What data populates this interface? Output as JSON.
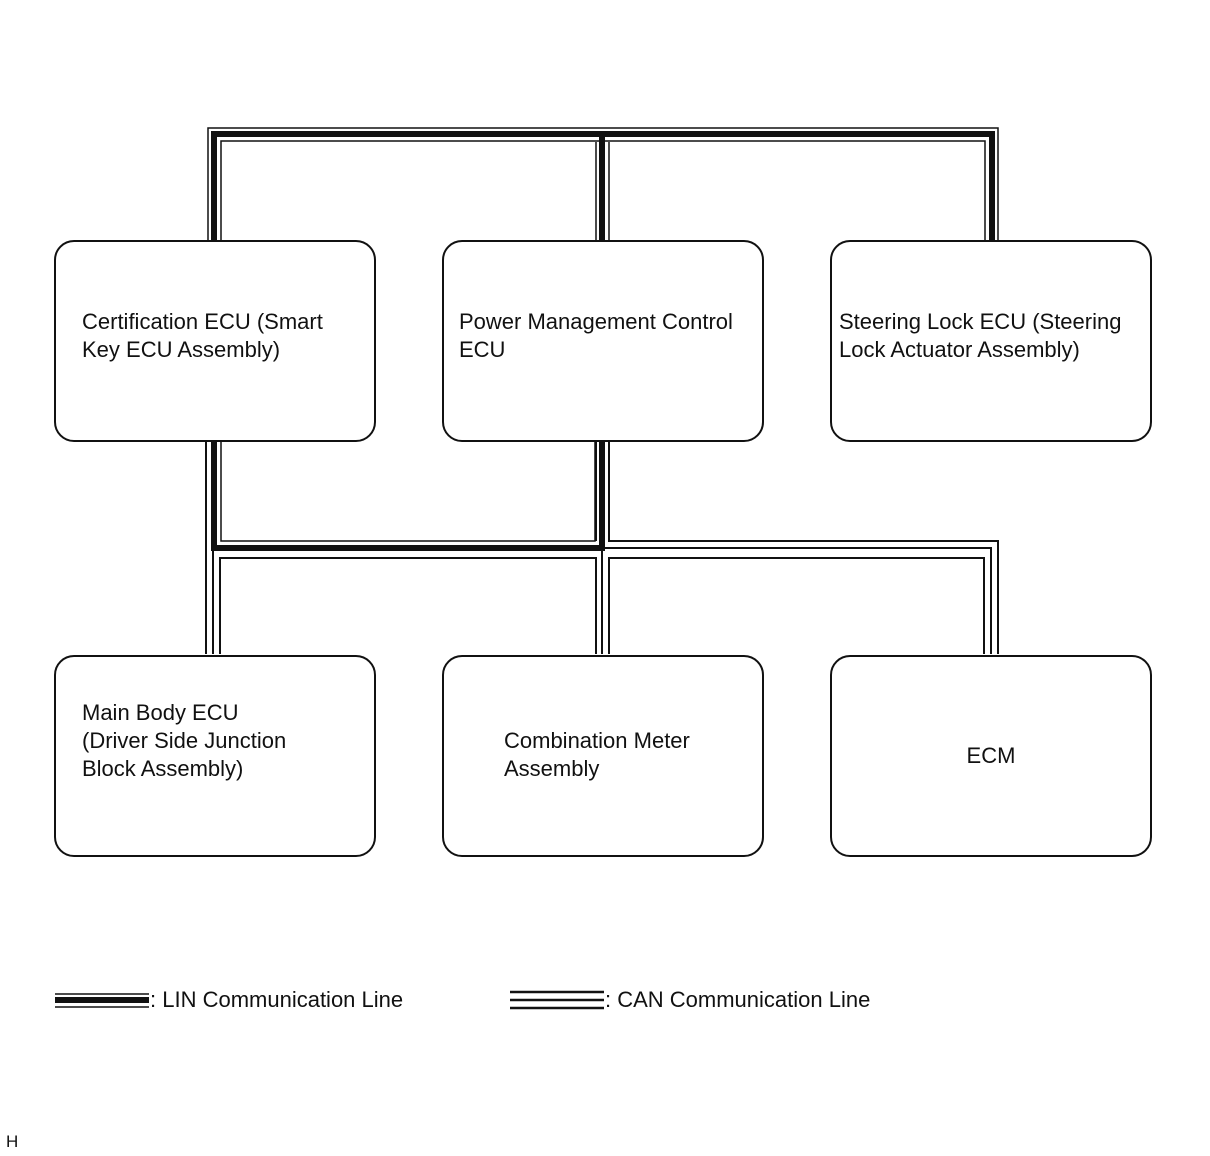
{
  "diagram": {
    "nodes": [
      {
        "id": "certification-ecu",
        "label": "Certification ECU (Smart\nKey ECU Assembly)"
      },
      {
        "id": "power-management-ecu",
        "label": "Power Management Control\nECU"
      },
      {
        "id": "steering-lock-ecu",
        "label": "Steering Lock ECU (Steering\nLock Actuator Assembly)"
      },
      {
        "id": "main-body-ecu",
        "label": "Main Body ECU\n(Driver Side Junction\nBlock Assembly)"
      },
      {
        "id": "combination-meter",
        "label": "Combination Meter\nAssembly"
      },
      {
        "id": "ecm",
        "label": "ECM"
      }
    ],
    "connections": [
      {
        "type": "LIN",
        "from": "certification-ecu",
        "to": "power-management-ecu"
      },
      {
        "type": "LIN",
        "from": "power-management-ecu",
        "to": "steering-lock-ecu"
      },
      {
        "type": "LIN",
        "from": "certification-ecu",
        "to": "power-management-ecu"
      },
      {
        "type": "CAN",
        "from": "certification-ecu",
        "to": "main-body-ecu"
      },
      {
        "type": "CAN",
        "from": "power-management-ecu",
        "to": "combination-meter"
      },
      {
        "type": "CAN",
        "from": "power-management-ecu",
        "to": "ecm"
      }
    ],
    "legend": {
      "lin_label": ": LIN Communication Line",
      "can_label": ": CAN Communication Line"
    },
    "corner_mark": "H"
  }
}
